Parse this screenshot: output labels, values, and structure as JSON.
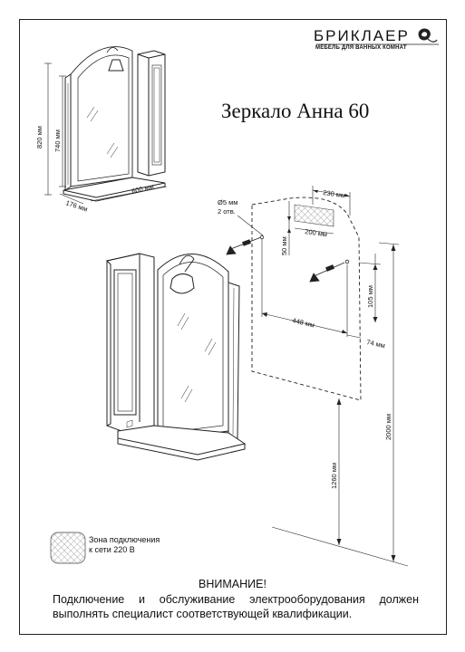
{
  "brand": {
    "name": "БРИКЛАЕР",
    "tagline": "МЕБЕЛЬ ДЛЯ ВАННЫХ КОМНАТ"
  },
  "title": "Зеркало Анна 60",
  "dimensions": {
    "total_height": "820 мм",
    "mirror_height": "740 мм",
    "width": "600 мм",
    "depth": "176 мм",
    "hole_diameter": "Ø5 мм",
    "hole_count": "2 отв.",
    "outlet_offset_top": "230 мм",
    "outlet_width": "200 мм",
    "outlet_height": "50 мм",
    "hole_spacing": "448 мм",
    "hole_drop": "105 мм",
    "edge_offset": "74 мм",
    "floor_to_bottom": "1260 мм",
    "floor_to_top": "2000 мм"
  },
  "legend": {
    "line1": "Зона подключения",
    "line2": "к сети 220 В"
  },
  "warning": {
    "title": "ВНИМАНИЕ!",
    "text": "Подключение и обслуживание электрооборудования должен выполнять специалист соответствующей квалификации."
  }
}
